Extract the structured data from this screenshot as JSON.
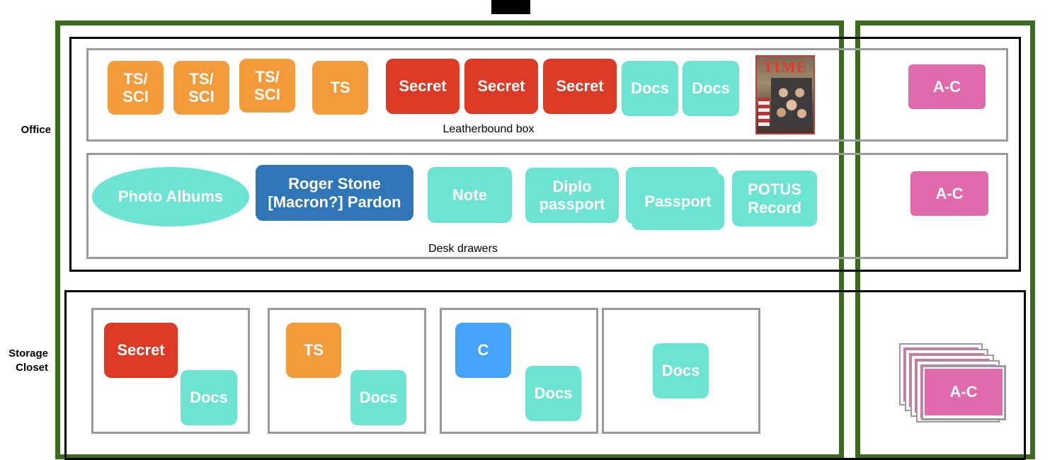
{
  "title": "",
  "rooms": {
    "office": "Office",
    "storage_closet": "Storage\nCloset"
  },
  "containers": {
    "leatherbound_box": "Leatherbound box",
    "desk_drawers": "Desk drawers"
  },
  "leatherbound_items": {
    "ts_sci_1": "TS/\nSCI",
    "ts_sci_2": "TS/\nSCI",
    "ts_sci_3": "TS/\nSCI",
    "ts": "TS",
    "secret_1": "Secret",
    "secret_2": "Secret",
    "secret_3": "Secret",
    "docs_1": "Docs",
    "docs_2": "Docs"
  },
  "desk_items": {
    "photo_albums": "Photo Albums",
    "pardon": "Roger Stone\n[Macron?] Pardon",
    "note": "Note",
    "diplo_passport": "Diplo\npassport",
    "passport": "Passport",
    "potus_record": "POTUS\nRecord"
  },
  "storage_boxes": [
    {
      "tag": "Secret",
      "docs": "Docs"
    },
    {
      "tag": "TS",
      "docs": "Docs"
    },
    {
      "tag": "C",
      "docs": "Docs"
    },
    {
      "docs": "Docs"
    }
  ],
  "right_column": {
    "ac_1": "A-C",
    "ac_2": "A-C",
    "ac_stack": "A-C"
  },
  "magazine": {
    "masthead": "TIME"
  },
  "colors": {
    "frame_green": "#3a6b1f",
    "ts_sci": "#f39a3a",
    "secret": "#dd3a25",
    "docs": "#6de3d2",
    "pardon": "#2f76b8",
    "confidential": "#45a3f7",
    "ac": "#e06aac"
  }
}
